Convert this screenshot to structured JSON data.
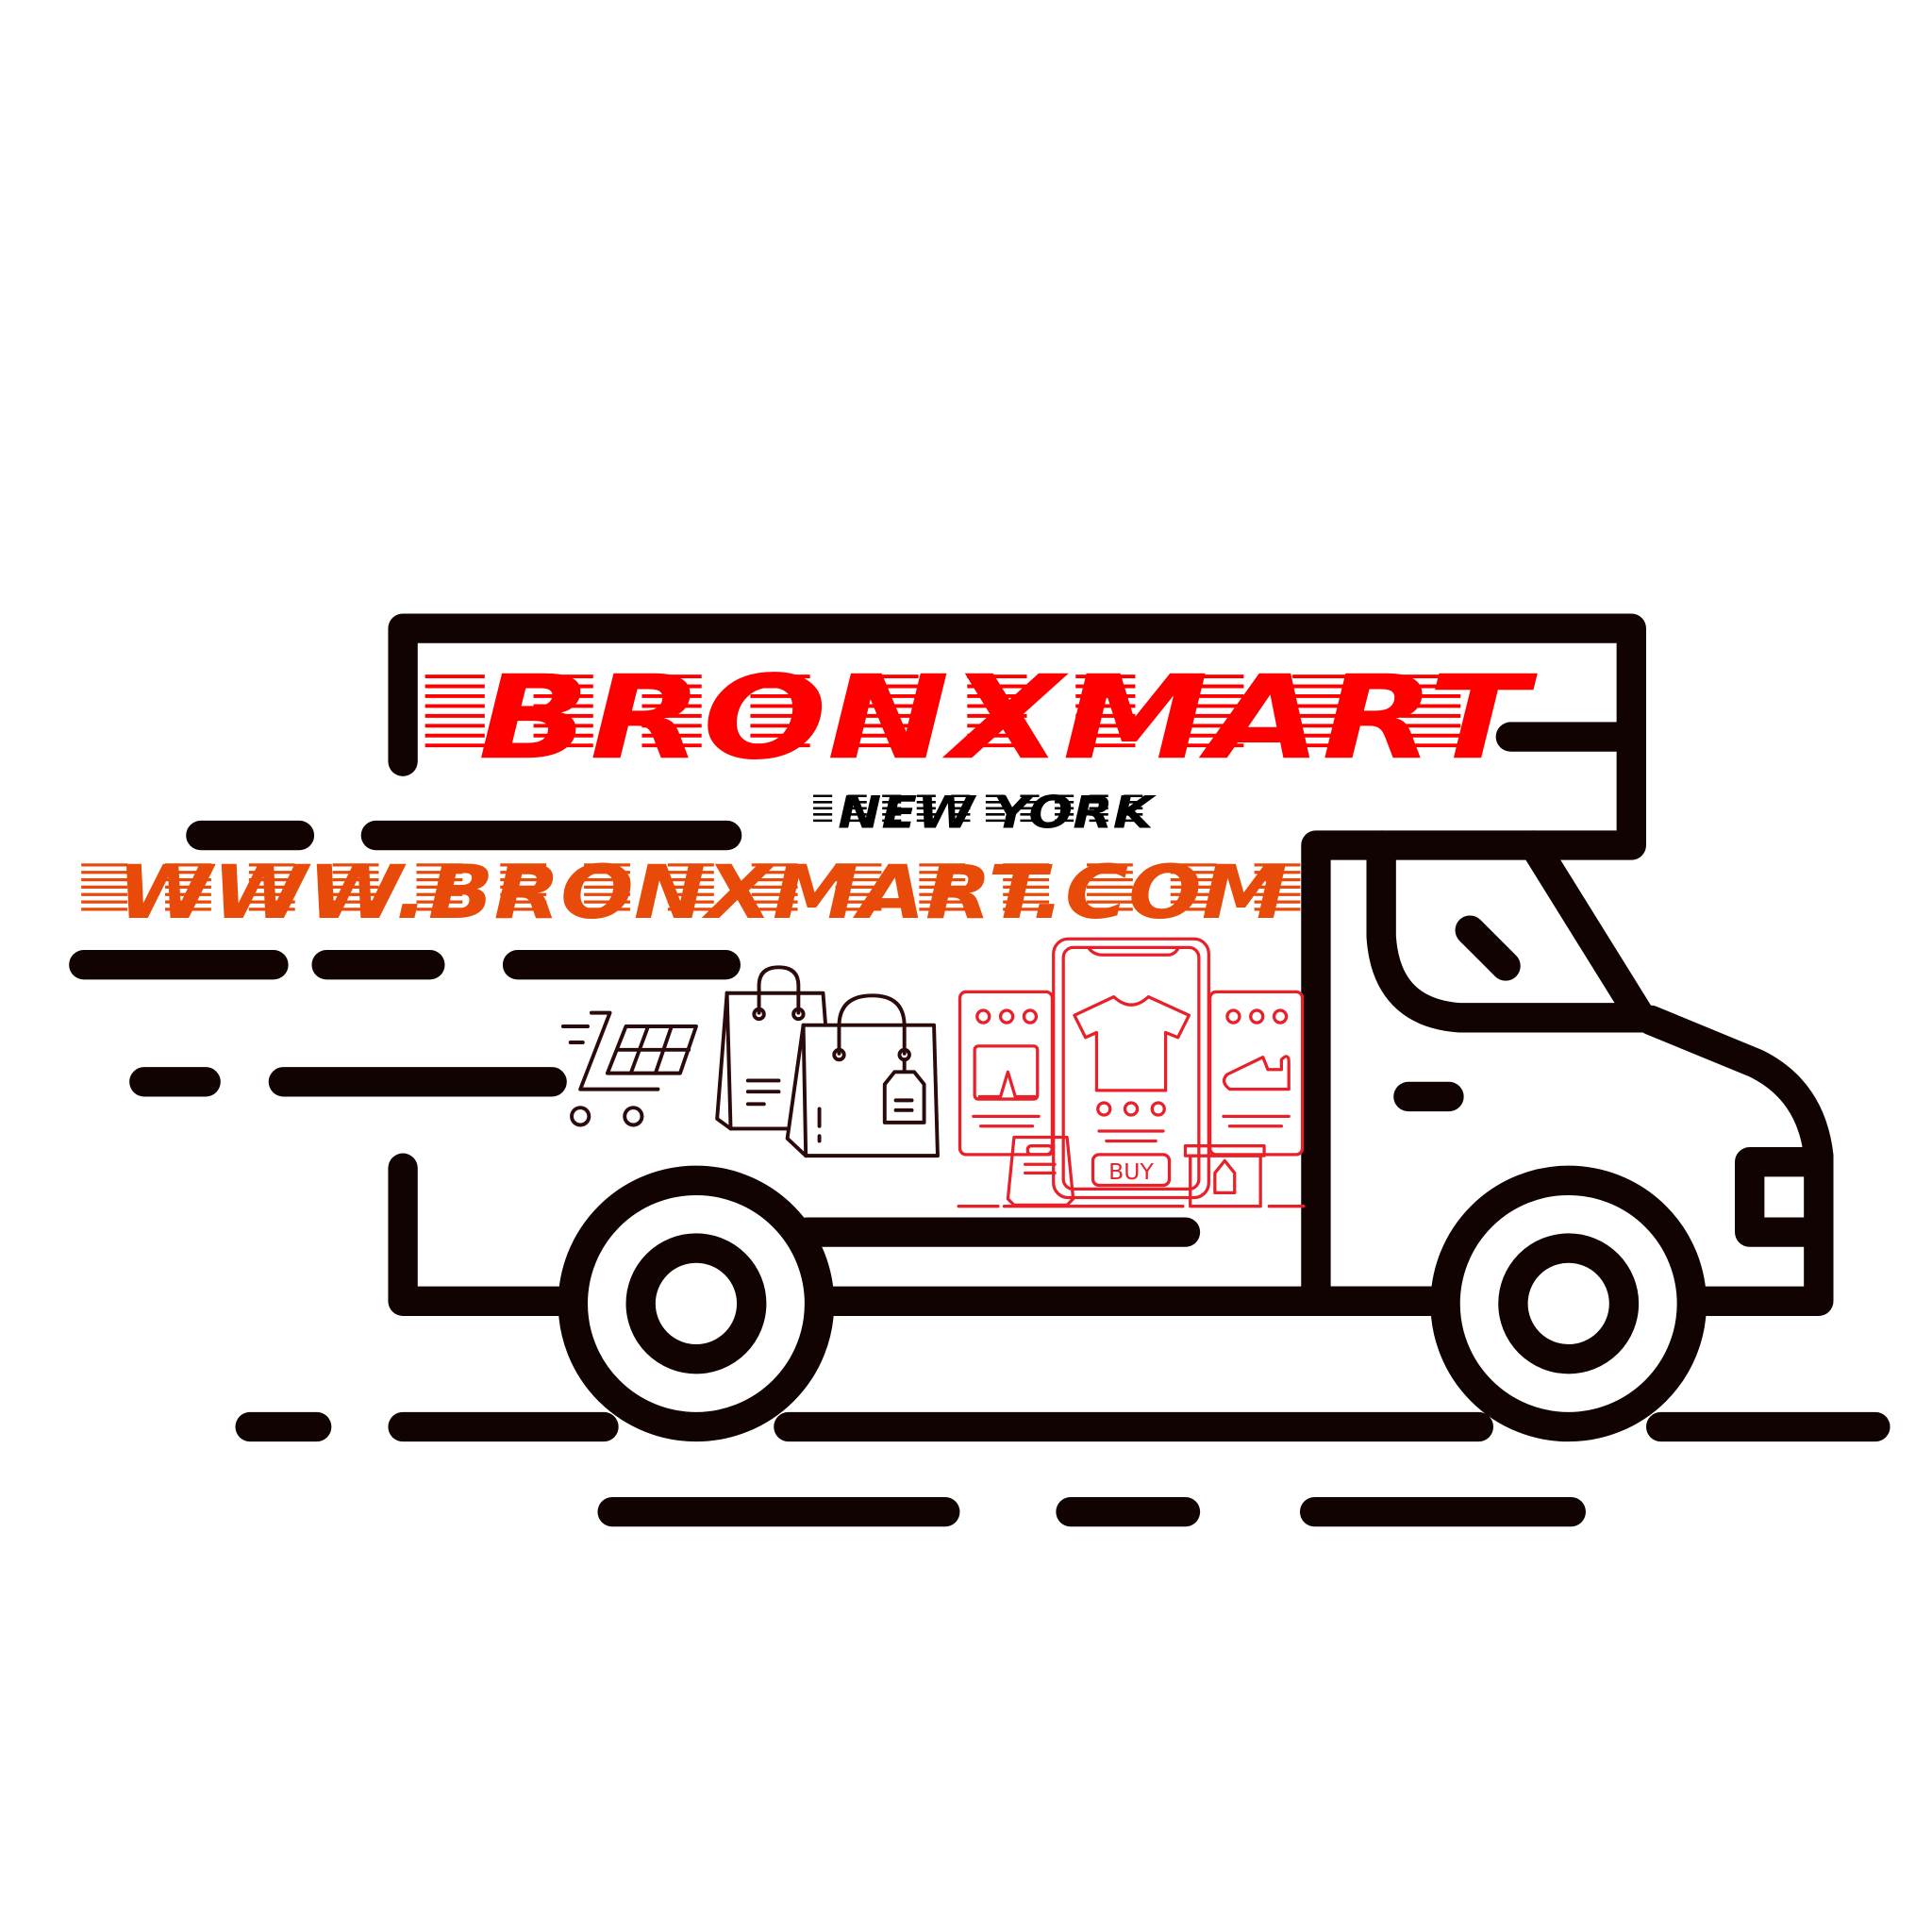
{
  "logo": {
    "brand_name": "BRONXMART",
    "location": "NEW YORK",
    "website": "WWW.BRONXMART.COM",
    "buy_label": "BUY"
  },
  "colors": {
    "truck_outline": "#120303",
    "brand_red": "#ff0000",
    "website_orange": "#e84a0a",
    "location_black": "#000000",
    "icon_red": "#e8202a",
    "background": "#ffffff"
  }
}
